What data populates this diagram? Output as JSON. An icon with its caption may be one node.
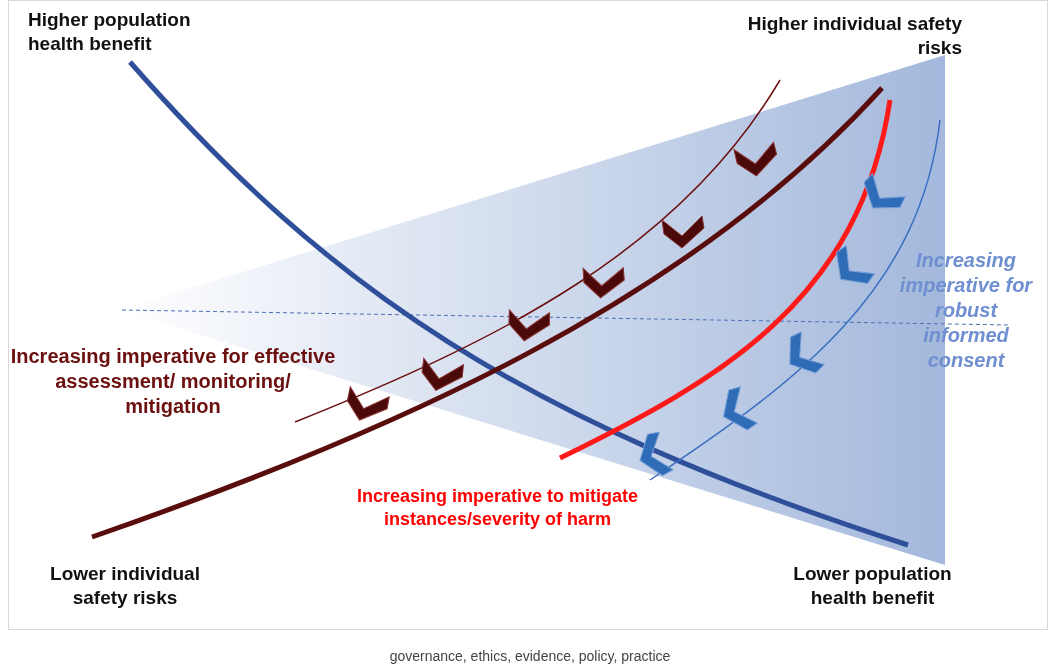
{
  "diagram": {
    "labels": [
      "Higher population health benefit",
      "Higher individual safety risks",
      "Increasing imperative for robust informed consent",
      "Increasing imperative for effective assessment/ monitoring/ mitigation",
      "Increasing imperative to mitigate instances/severity of harm",
      "Lower individual safety risks",
      "Lower population health benefit",
      "governance, ethics, evidence, policy, practice"
    ]
  }
}
